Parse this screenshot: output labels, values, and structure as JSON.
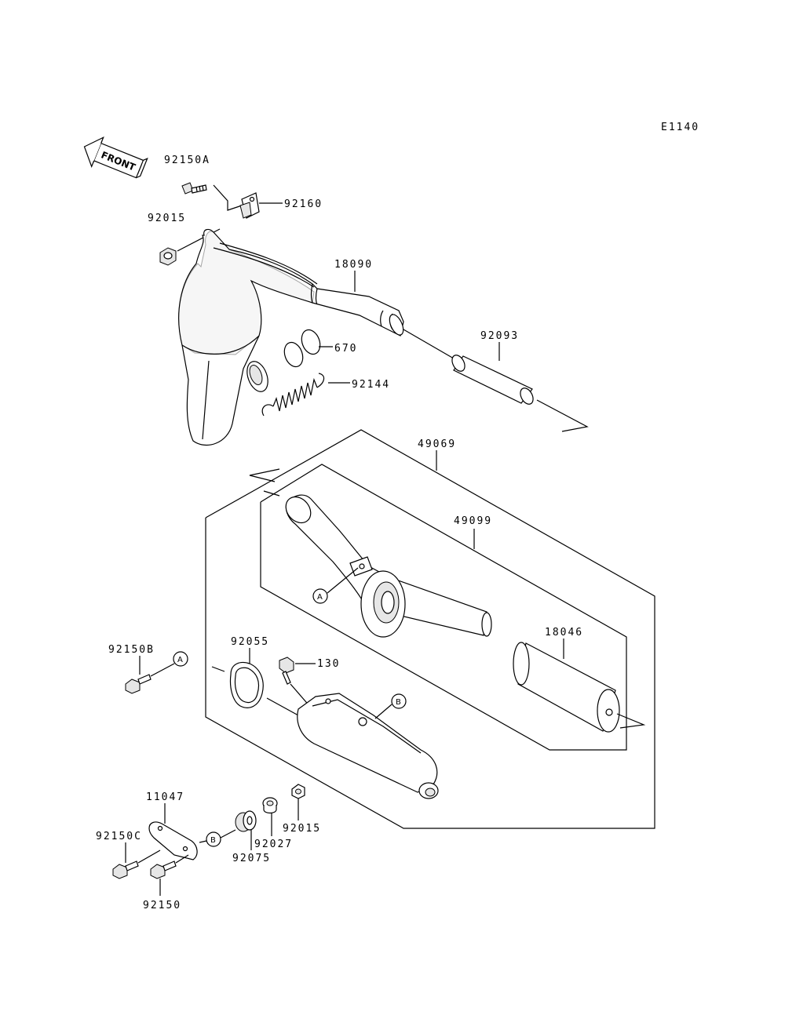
{
  "diagram_code": "E1140",
  "front_label": "FRONT",
  "callouts": {
    "ref_a": "A",
    "ref_b": "B"
  },
  "parts": {
    "p92150A": "92150A",
    "p92160": "92160",
    "p92015_top": "92015",
    "p18090": "18090",
    "p670": "670",
    "p92144": "92144",
    "p92093": "92093",
    "p49069": "49069",
    "p49099": "49099",
    "p18046": "18046",
    "p92150B": "92150B",
    "p92055": "92055",
    "p130": "130",
    "p11047": "11047",
    "p92150C": "92150C",
    "p92075": "92075",
    "p92027": "92027",
    "p92015_bottom": "92015",
    "p92150": "92150"
  }
}
